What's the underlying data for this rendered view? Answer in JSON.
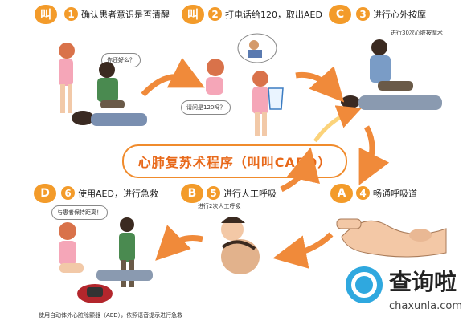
{
  "steps": {
    "s1": {
      "badge": "叫",
      "num": "1",
      "title": "确认患者意识是否清醒",
      "bubble": "你还好么？"
    },
    "s2": {
      "badge": "叫",
      "num": "2",
      "title": "打电话给120，取出AED",
      "bubble": "请问是120吗？"
    },
    "s3": {
      "badge": "C",
      "num": "3",
      "title": "进行心外按摩",
      "note": "进行30次心脏按摩术"
    },
    "sA": {
      "badge": "A",
      "num": "4",
      "title": "畅通呼吸道"
    },
    "sB": {
      "badge": "B",
      "num": "5",
      "title": "进行人工呼吸",
      "note": "进行2次人工呼吸"
    },
    "sD": {
      "badge": "D",
      "num": "6",
      "title": "使用AED，进行急救",
      "bubble": "与患者保持距离！",
      "note": "使用自动体外心脏除颤器（AED），依照语音提示进行急救"
    }
  },
  "banner": "心肺复苏术程序（叫叫CABD）",
  "logo": {
    "text": "查询啦",
    "url": "chaxunla.com"
  },
  "colors": {
    "accent": "#f39b2a",
    "banner": "#e8691a",
    "arrow": "#f08a3a",
    "logo": "#2fa8df"
  }
}
